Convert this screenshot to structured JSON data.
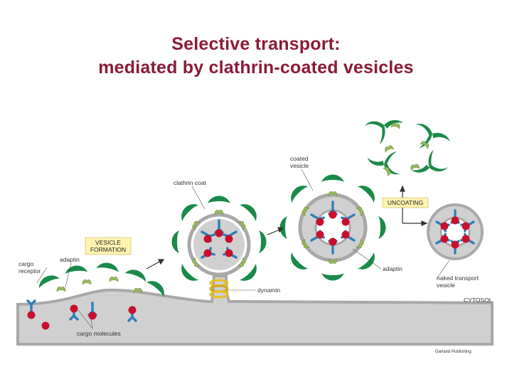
{
  "title": {
    "line1": "Selective transport:",
    "line2": "mediated by clathrin-coated vesicles"
  },
  "labels": {
    "cargo_receptor_1": "cargo",
    "cargo_receptor_2": "receptor",
    "adaptin_left": "adaptin",
    "cargo_molecules": "cargo molecules",
    "vesicle_formation_1": "VESICLE",
    "vesicle_formation_2": "FORMATION",
    "clathrin_coat": "clathrin coat",
    "dynamin": "dynamin",
    "coated_vesicle_1": "coated",
    "coated_vesicle_2": "vesicle",
    "uncoating": "UNCOATING",
    "adaptin_right": "adaptin",
    "naked_vesicle_1": "naked transport",
    "naked_vesicle_2": "vesicle",
    "cytosol": "CYTOSOL",
    "credit": "Garland Publishing"
  },
  "colors": {
    "title": "#8b1a3a",
    "clathrin": "#1a8a4a",
    "adaptin": "#9ab860",
    "receptor": "#2e7fb8",
    "cargo": "#c8102e",
    "membrane": "#a8a8a8",
    "cytosol_fill": "#d0d0d0",
    "dynamin": "#e8c020",
    "label_box": "#fff3b0"
  }
}
